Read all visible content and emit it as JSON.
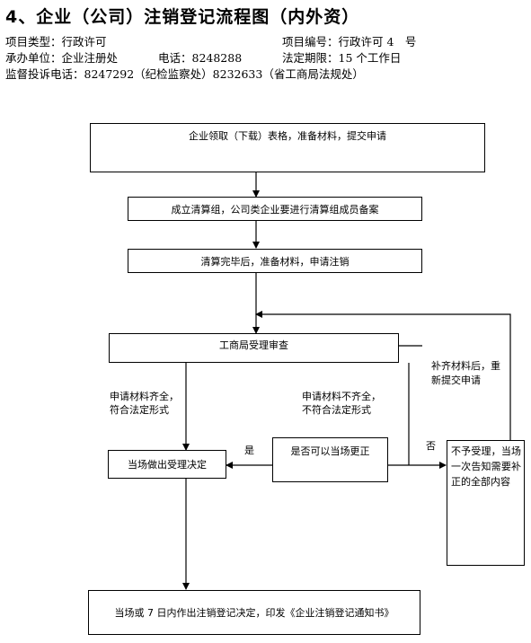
{
  "title": "4、企业（公司）注销登记流程图（内外资）",
  "meta": {
    "project_type": "项目类型：行政许可",
    "project_number": "项目编号：行政许可 4　号",
    "handling_unit": "承办单位：企业注册处",
    "phone": "电话：8248288",
    "legal_limit": "法定期限：15 个工作日",
    "complaint_phone": "监督投诉电话：8247292（纪检监察处）8232633（省工商局法规处）"
  },
  "flow": {
    "step1": "企业领取（下载）表格，准备材料，提交申请",
    "step2": "成立清算组，公司类企业要进行清算组成员备案",
    "step3": "清算完毕后，准备材料，申请注销",
    "step4": "工商局受理审查",
    "decision": "是否可以当场更正",
    "accept": "当场做出受理决定",
    "reject": "不予受理，当场一次告知需要补正的全部内容",
    "final": "当场或 7 日内作出注销登记决定，印发《企业注销登记通知书》"
  },
  "labels": {
    "complete_line1": "申请材料齐全，",
    "complete_line2": "符合法定形式",
    "incomplete_line1": "申请材料不齐全，",
    "incomplete_line2": "不符合法定形式",
    "resubmit_line1": "补齐材料后，重",
    "resubmit_line2": "新提交申请",
    "yes": "是",
    "no": "否"
  }
}
